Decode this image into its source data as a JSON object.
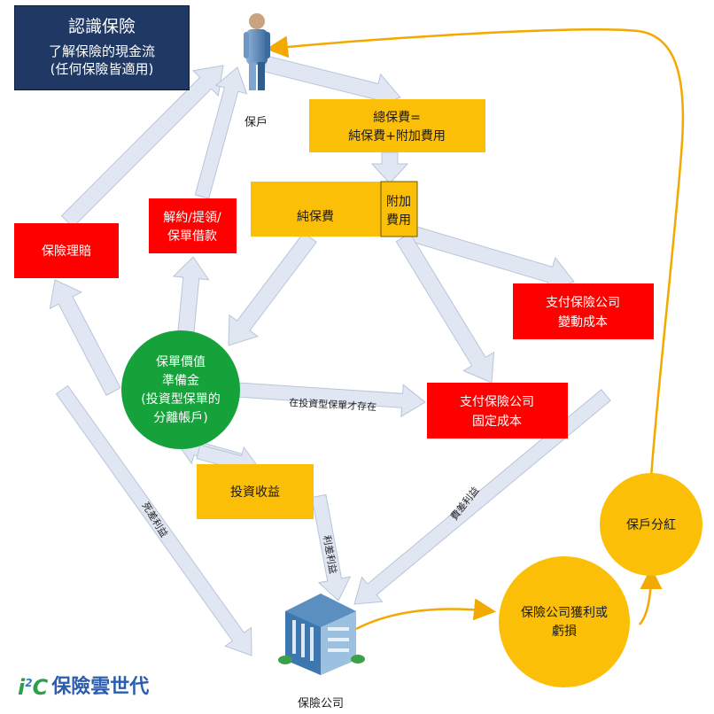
{
  "title": {
    "main": "認識保險",
    "line1": "了解保險的現金流",
    "line2": "(任何保險皆適用)"
  },
  "nodes": {
    "insured": "保戶",
    "total_premium": [
      "總保費=",
      "純保費+附加費用"
    ],
    "pure_premium": "純保費",
    "loading": [
      "附加",
      "費用"
    ],
    "claims": "保險理賠",
    "surrender": [
      "解約/提領/",
      "保單借款"
    ],
    "variable_cost": [
      "支付保險公司",
      "變動成本"
    ],
    "fixed_cost": [
      "支付保險公司",
      "固定成本"
    ],
    "reserve": [
      "保單價值",
      "準備金",
      "(投資型保單的",
      "分離帳戶)"
    ],
    "investment_return": "投資收益",
    "company": "保險公司",
    "profit_loss": [
      "保險公司獲利或",
      "虧損"
    ],
    "dividend": "保戶分紅"
  },
  "arrow_labels": {
    "separate_account": "在投資型保單才存在",
    "mortality_gain": "死差利益",
    "interest_gain": "利差利益",
    "expense_gain": "費差利益"
  },
  "logo": {
    "mark": "i",
    "super": "2",
    "letter": "C",
    "text": "保險雲世代"
  },
  "colors": {
    "orange": "#fbbf08",
    "red": "#fe0000",
    "green": "#16a23a",
    "navy": "#1f3864",
    "arrow_fill": "#e1e7f2",
    "arrow_stroke": "#b8c4d9",
    "flow_line": "#f2a900"
  }
}
